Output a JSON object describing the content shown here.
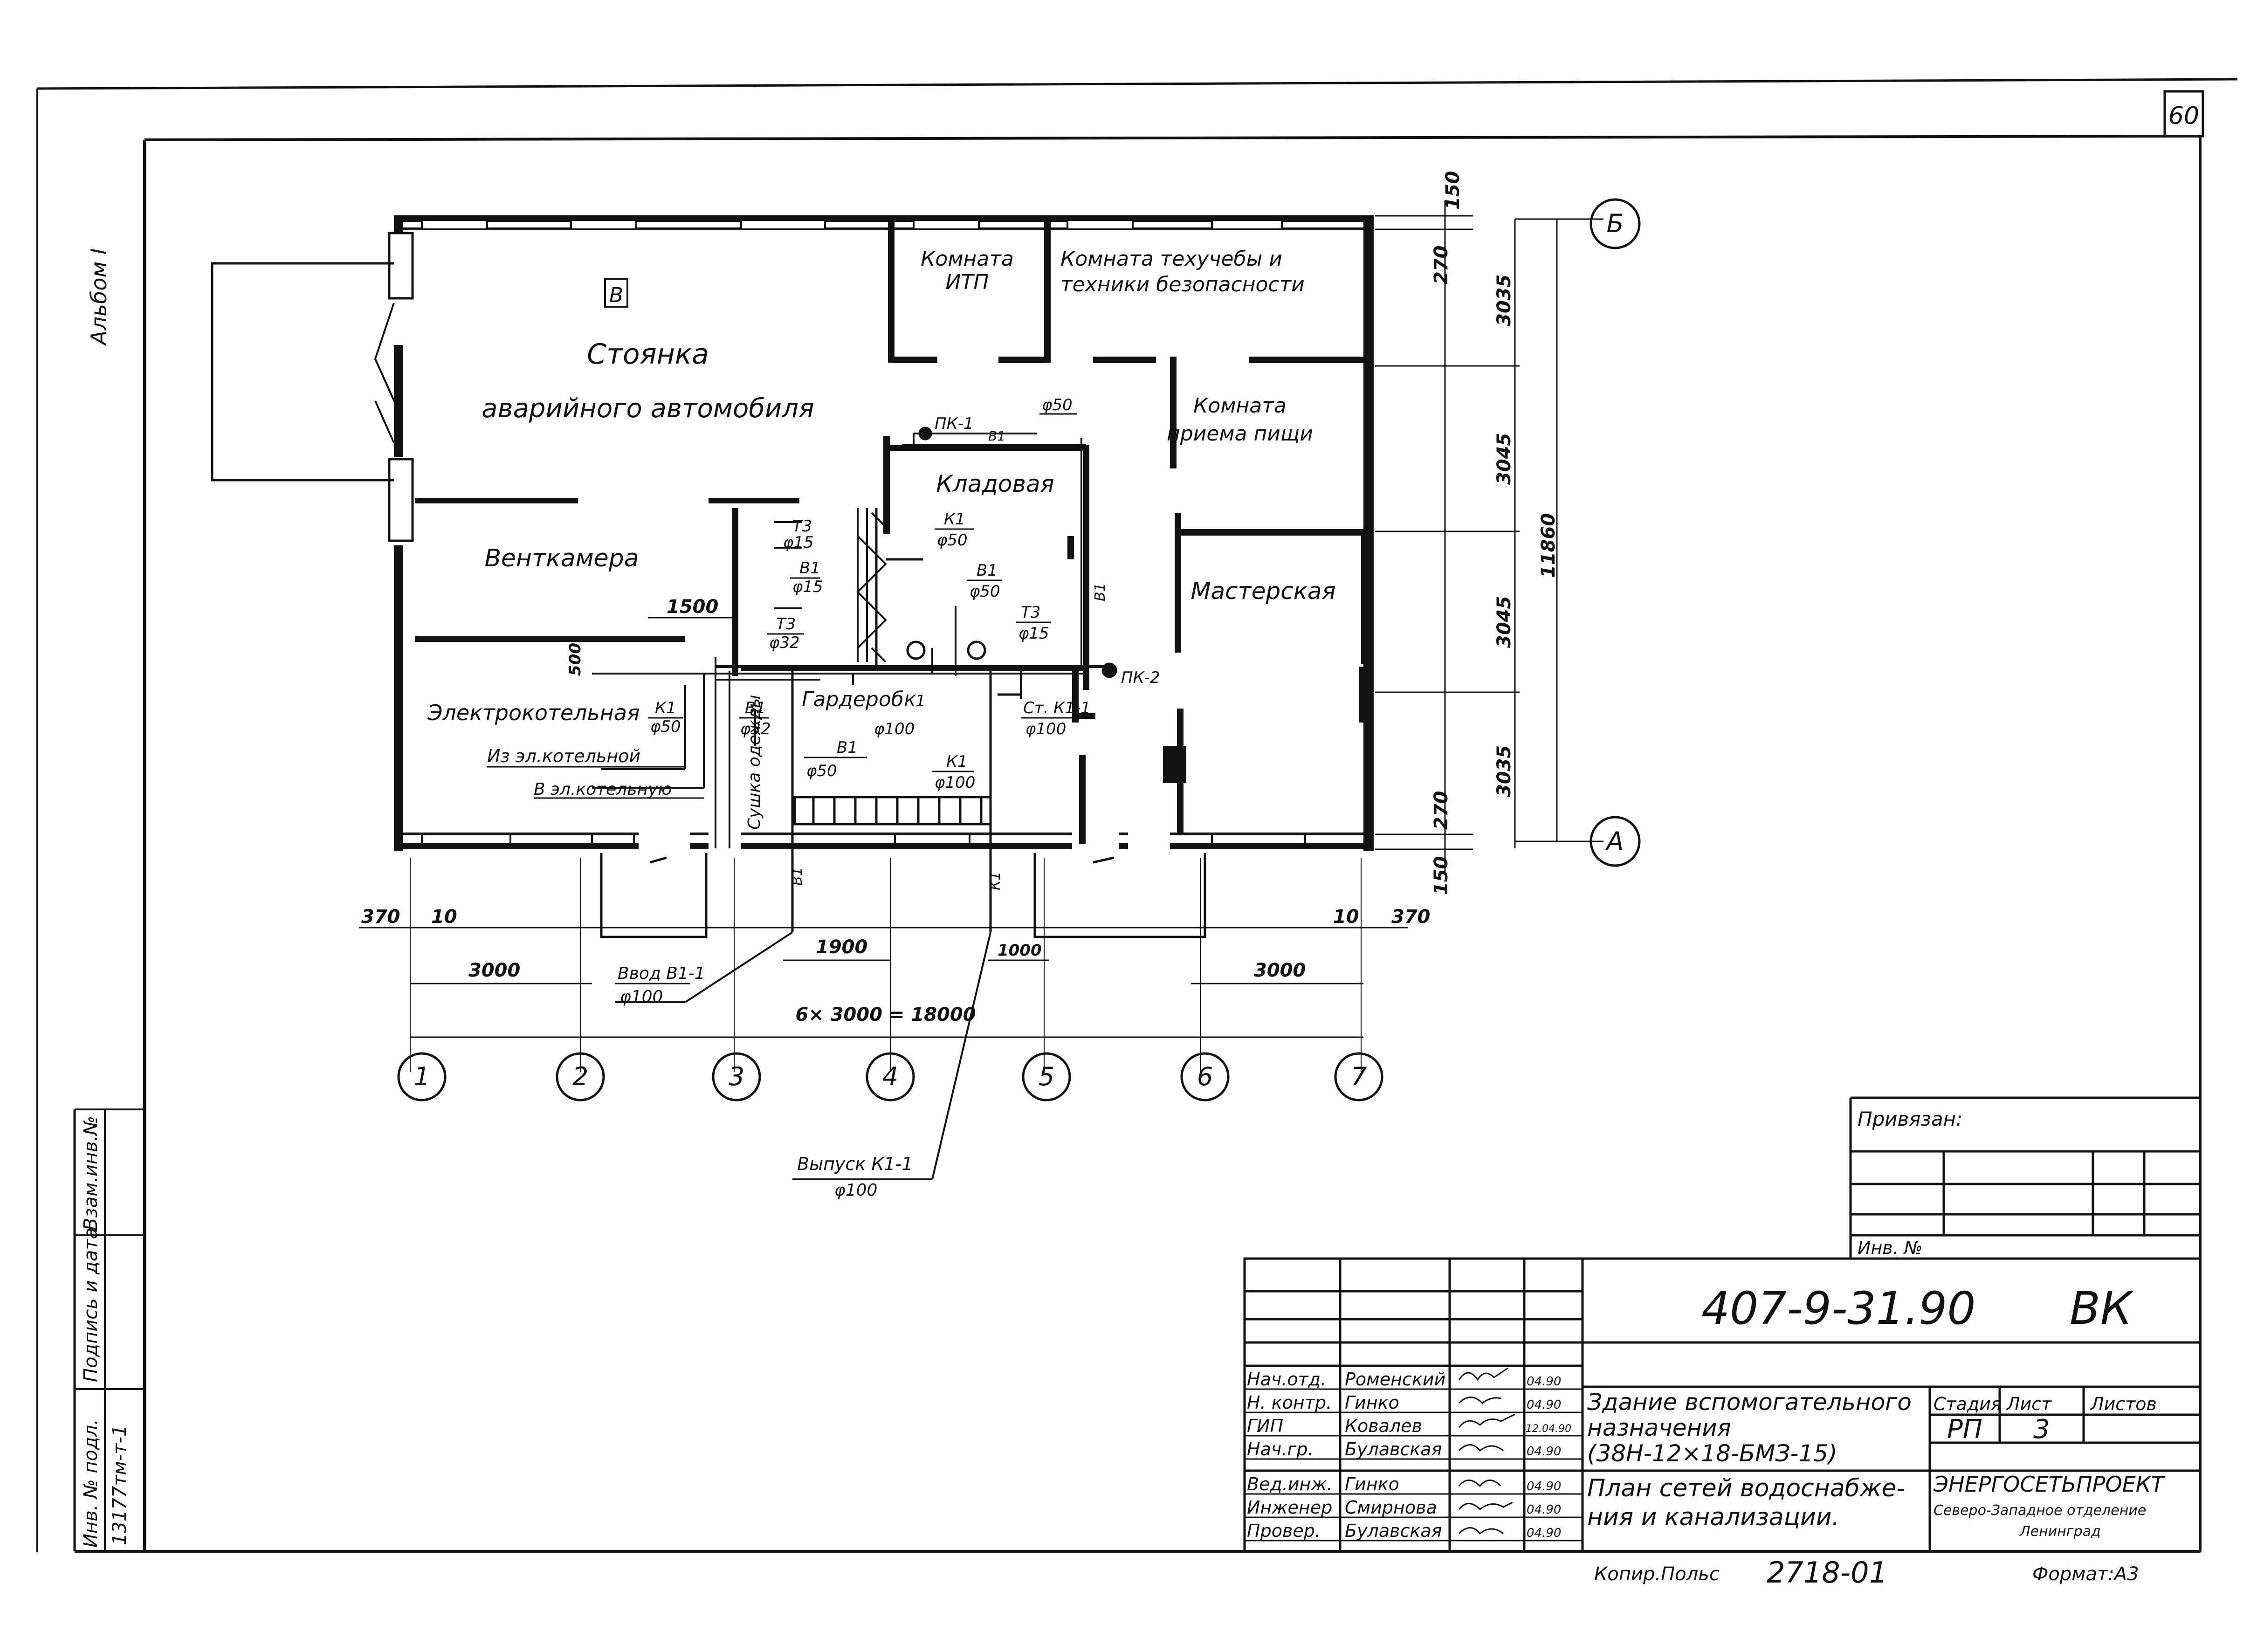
{
  "sheet": {
    "number": "60",
    "album": "Альбом I",
    "format": "Формат:А3",
    "copied": "Копир.Польс",
    "copy_number": "2718-01"
  },
  "rooms": {
    "parking_top": "Стоянка",
    "parking_bottom": "аварийного автомобиля",
    "category_b": "В",
    "itp_1": "Комната",
    "itp_2": "ИТП",
    "safety_1": "Комната техучебы и",
    "safety_2": "техники безопасности",
    "food_1": "Комната",
    "food_2": "приема пищи",
    "storage": "Кладовая",
    "vent": "Венткамера",
    "workshop": "Мастерская",
    "boiler": "Электрокотельная",
    "wardrobe": "Гардероб",
    "drying": "Сушка одежды"
  },
  "piping": {
    "pk1": "ПК-1",
    "pk2": "ПК-2",
    "b1_top": "В1",
    "d50_top": "φ50",
    "t3_a": "Т3",
    "d15_a": "φ15",
    "b1_a": "В1",
    "d15_b": "φ15",
    "k1_a": "К1",
    "d50_a": "φ50",
    "b1_b": "В1",
    "d50_b": "φ50",
    "t3_b": "Т3",
    "d15_c": "φ15",
    "t3_c": "Т3",
    "d32_a": "φ32",
    "b1_riser": "В1",
    "k1_boiler": "К1",
    "d50_boiler": "φ50",
    "from_boiler": "Из эл.котельной",
    "to_boiler": "В эл.котельную",
    "b1_c": "В1",
    "d32_b": "φ32",
    "k1_wardrobe": "К1",
    "d100_wardrobe": "φ100",
    "riser_k1": "Ст. К1-1",
    "riser_d100": "φ100",
    "b1_d": "В1",
    "d50_c": "φ50",
    "k1_d": "К1",
    "d100_d": "φ100",
    "input_b1": "Ввод В1-1",
    "input_d100": "φ100",
    "outlet_k1": "Выпуск К1-1",
    "outlet_d100": "φ100",
    "b1_axis": "В1",
    "k1_axis": "К1"
  },
  "dimensions": {
    "d150_top": "150",
    "d270_top": "270",
    "d3035_top": "3035",
    "d3045_a": "3045",
    "d3045_b": "3045",
    "d3035_bottom": "3035",
    "d270_bottom": "270",
    "d150_bottom": "150",
    "d11860": "11860",
    "d1500": "1500",
    "d500": "500",
    "d370_left": "370",
    "d10_left": "10",
    "d10_right": "10",
    "d370_right": "370",
    "d3000_left": "3000",
    "d1900": "1900",
    "d1000": "1000",
    "d3000_right": "3000",
    "d_total": "6× 3000 = 18000"
  },
  "axes": {
    "col_1": "1",
    "col_2": "2",
    "col_3": "3",
    "col_4": "4",
    "col_5": "5",
    "col_6": "6",
    "col_7": "7",
    "row_b": "Б",
    "row_a": "А"
  },
  "side_stamp": {
    "inv_orig": "Инв. № подл.",
    "sign_date": "Подпись и дата",
    "replaced": "Взам.инв.№",
    "inv_value": "13177тм-т-1"
  },
  "binding": {
    "label": "Привязан:",
    "inv": "Инв. №"
  },
  "title_block": {
    "doc_code": "407-9-31.90",
    "doc_mark": "ВК",
    "project_line_1": "Здание вспомогательного",
    "project_line_2": "назначения",
    "project_line_3": "(38Н-12×18-БМЗ-15)",
    "sheet_line_1": "План сетей водоснабже-",
    "sheet_line_2": "ния и канализации.",
    "stage_header": "Стадия",
    "sheet_header": "Лист",
    "sheets_header": "Листов",
    "stage_value": "РП",
    "sheet_value": "3",
    "org_1": "ЭНЕРГОСЕТЬПРОЕКТ",
    "org_2": "Северо-Западное отделение",
    "org_3": "Ленинград",
    "signatories": [
      {
        "role": "Нач.отд.",
        "name": "Роменский",
        "date": "04.90"
      },
      {
        "role": "Н. контр.",
        "name": "Гинко",
        "date": "04.90"
      },
      {
        "role": "ГИП",
        "name": "Ковалев",
        "date": "12.04.90"
      },
      {
        "role": "Нач.гр.",
        "name": "Булавская",
        "date": "04.90"
      },
      {
        "role": "Вед.инж.",
        "name": "Гинко",
        "date": "04.90"
      },
      {
        "role": "Инженер",
        "name": "Смирнова",
        "date": "04.90"
      },
      {
        "role": "Провер.",
        "name": "Булавская",
        "date": "04.90"
      }
    ]
  }
}
